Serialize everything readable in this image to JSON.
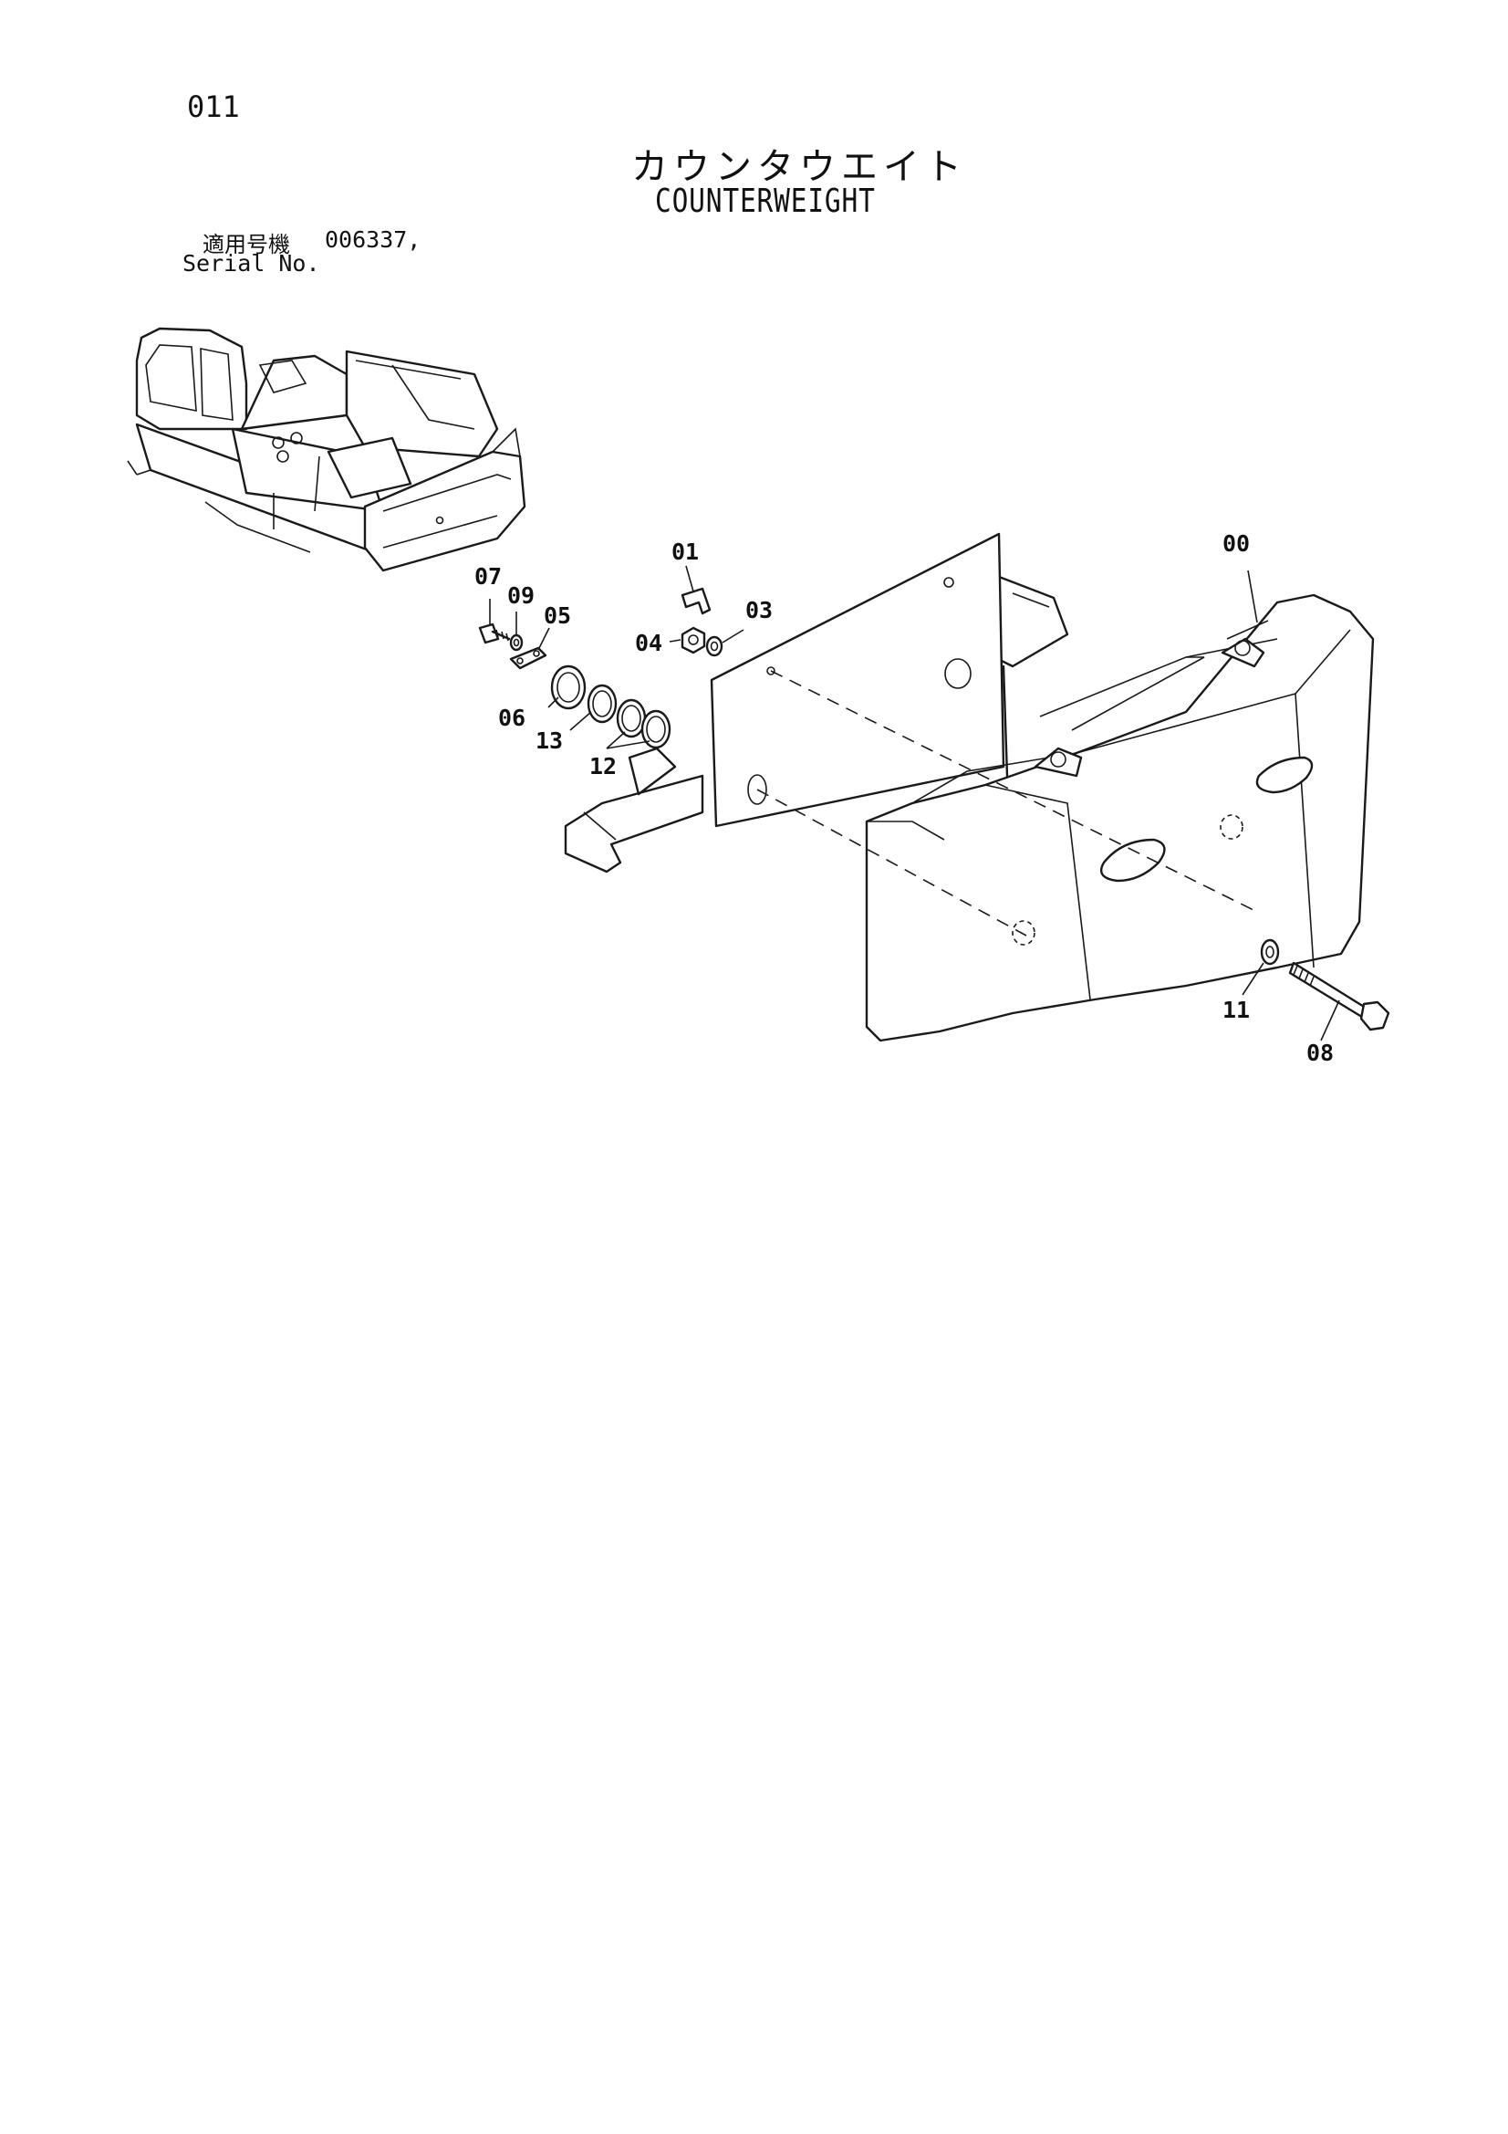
{
  "page": {
    "number": "011",
    "title_ja": "カウンタウエイト",
    "title_en": "COUNTERWEIGHT"
  },
  "serial": {
    "label_ja": "適用号機",
    "label_en": "Serial No.",
    "value": "006337,"
  },
  "parts": [
    "00",
    "01",
    "03",
    "04",
    "05",
    "06",
    "07",
    "08",
    "09",
    "11",
    "12",
    "13"
  ]
}
